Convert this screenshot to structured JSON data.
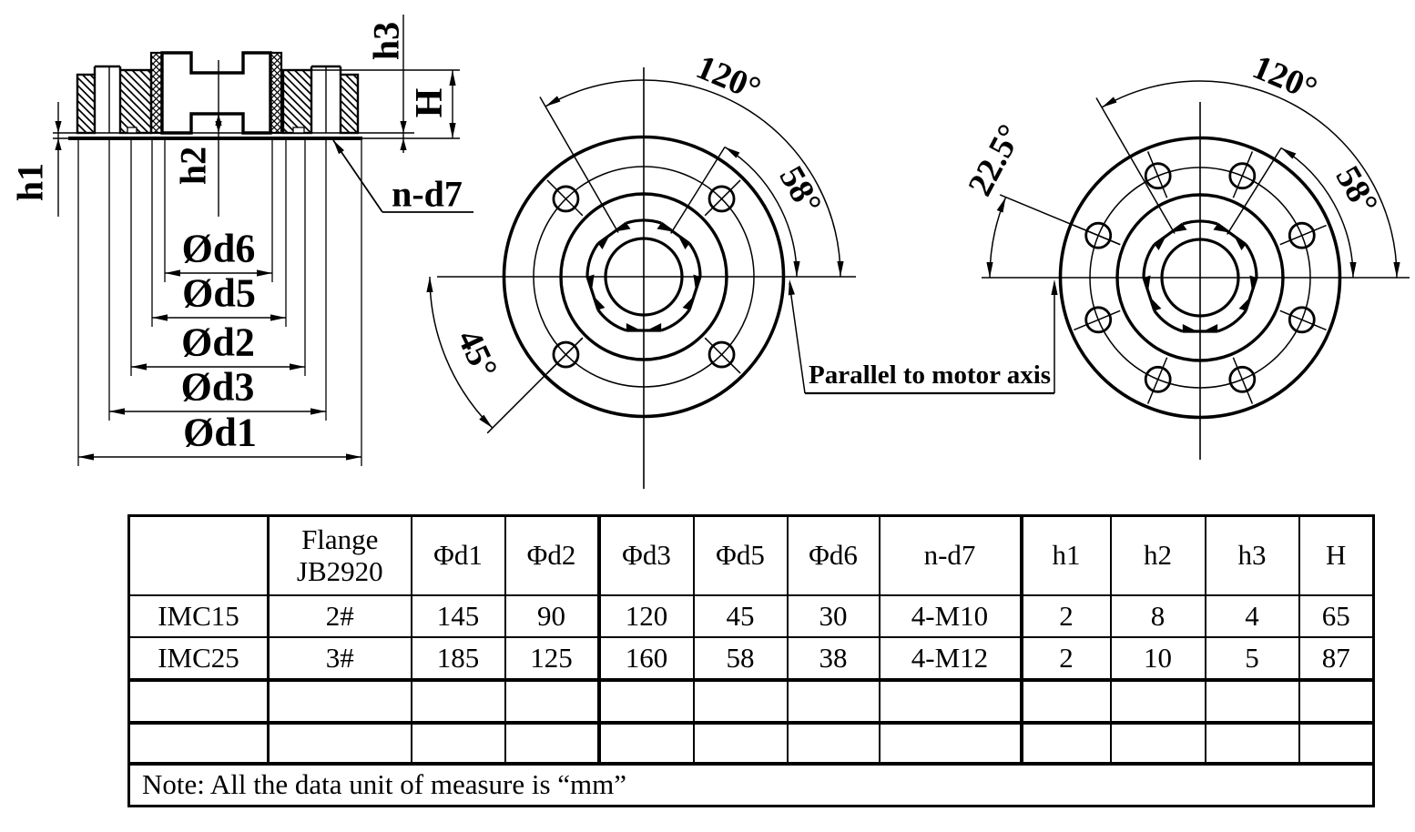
{
  "drawing": {
    "section": {
      "labels": {
        "h1": "h1",
        "h2": "h2",
        "h3": "h3",
        "H": "H",
        "nd7": "n-d7",
        "d6": "Ød6",
        "d5": "Ød5",
        "d2": "Ød2",
        "d3": "Ød3",
        "d1": "Ød1"
      }
    },
    "front_left": {
      "angle_120": "120°",
      "angle_58": "58°",
      "angle_45": "45°"
    },
    "front_right": {
      "angle_120": "120°",
      "angle_58": "58°",
      "angle_22_5": "22.5°"
    },
    "callout": "Parallel to motor axis"
  },
  "table": {
    "headers": [
      "",
      "Flange JB2920",
      "Φd1",
      "Φd2",
      "Φd3",
      "Φd5",
      "Φd6",
      "n-d7",
      "h1",
      "h2",
      "h3",
      "H"
    ],
    "rows": [
      [
        "IMC15",
        "2#",
        "145",
        "90",
        "120",
        "45",
        "30",
        "4-M10",
        "2",
        "8",
        "4",
        "65"
      ],
      [
        "IMC25",
        "3#",
        "185",
        "125",
        "160",
        "58",
        "38",
        "4-M12",
        "2",
        "10",
        "5",
        "87"
      ],
      [
        "",
        "",
        "",
        "",
        "",
        "",
        "",
        "",
        "",
        "",
        "",
        ""
      ],
      [
        "",
        "",
        "",
        "",
        "",
        "",
        "",
        "",
        "",
        "",
        "",
        ""
      ]
    ],
    "note": "Note: All the data unit of measure is “mm”"
  }
}
